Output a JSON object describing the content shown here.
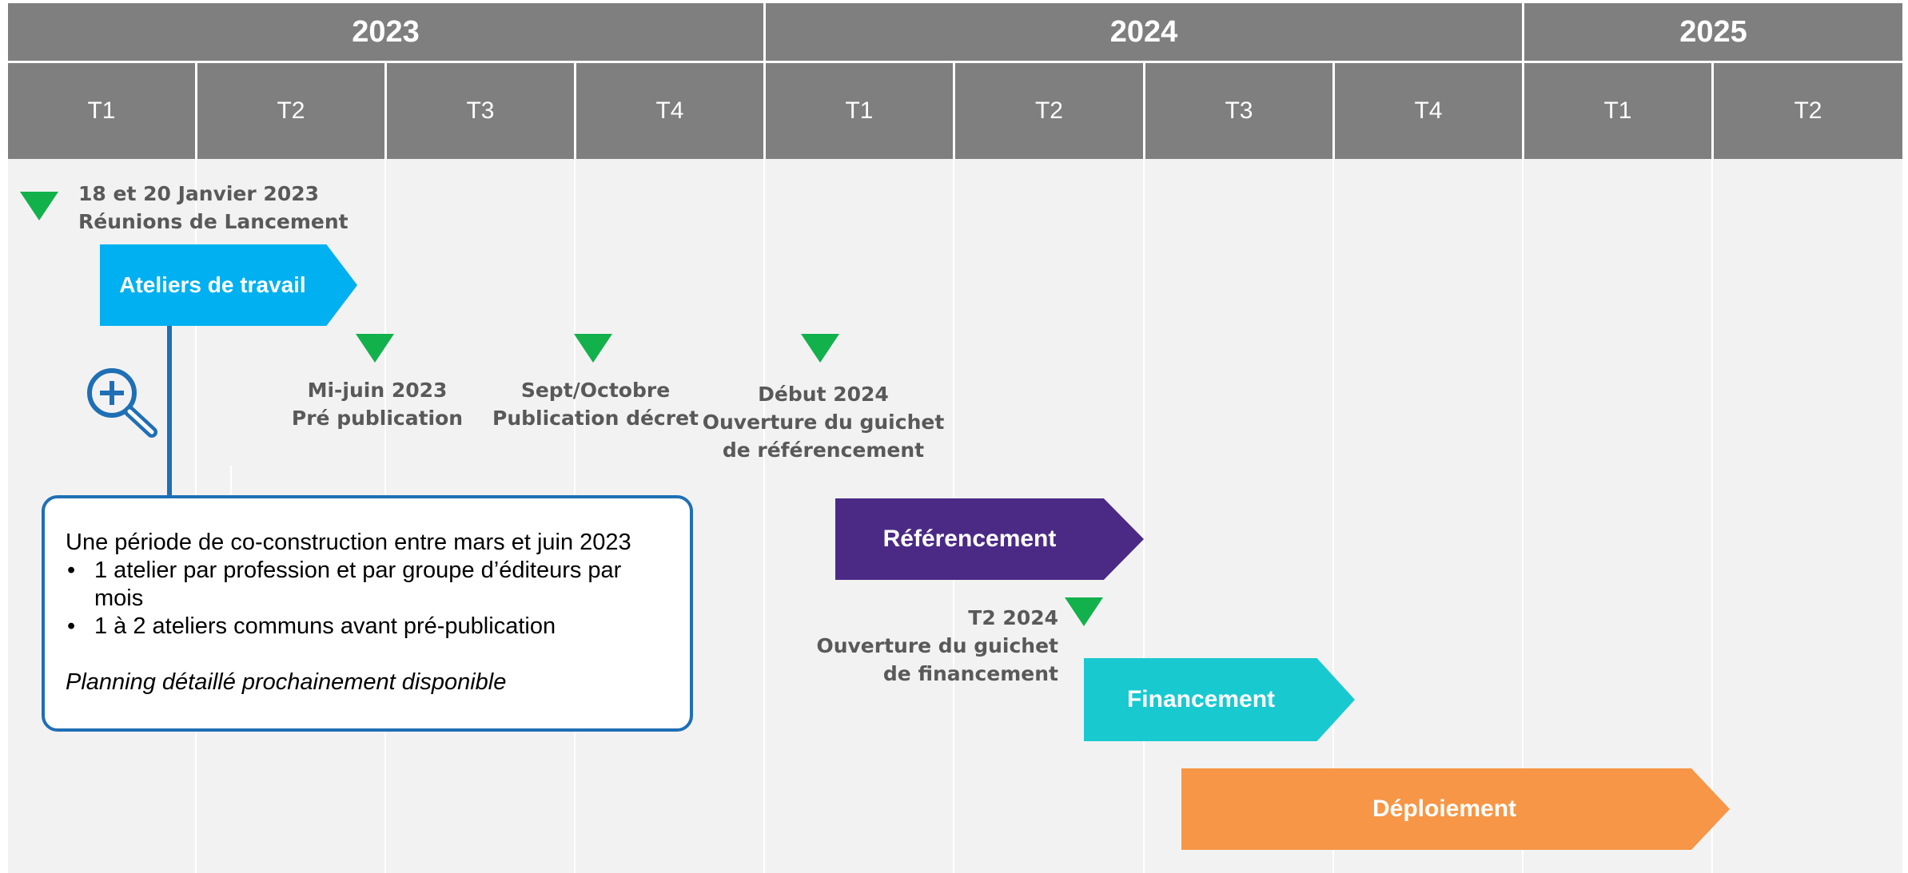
{
  "timeline": {
    "years": [
      {
        "label": "2023"
      },
      {
        "label": "2024"
      },
      {
        "label": "2025"
      }
    ],
    "quarters": [
      "T1",
      "T2",
      "T3",
      "T4",
      "T1",
      "T2",
      "T3",
      "T4",
      "T1",
      "T2"
    ]
  },
  "milestones": {
    "launch": {
      "date": "18 et 20 Janvier 2023",
      "label": "Réunions de Lancement"
    },
    "prepub": {
      "date": "Mi-juin 2023",
      "label": "Pré publication"
    },
    "decree": {
      "date": "Sept/Octobre",
      "label": "Publication décret"
    },
    "guichet_ref": {
      "date": "Début 2024",
      "label1": "Ouverture du guichet",
      "label2": "de référencement"
    },
    "guichet_fin": {
      "date": "T2 2024",
      "label1": "Ouverture du guichet",
      "label2": "de financement"
    }
  },
  "phases": {
    "ateliers": "Ateliers de travail",
    "referencement": "Référencement",
    "financement": "Financement",
    "deploiement": "Déploiement"
  },
  "callout": {
    "intro": "Une période de co-construction entre mars et juin 2023",
    "bullets": [
      "1 atelier par profession et par groupe d’éditeurs par mois",
      "1 à 2 ateliers communs avant pré-publication"
    ],
    "note": "Planning détaillé prochainement disponible"
  },
  "icons": {
    "zoom": "zoom-in-icon",
    "milestone": "milestone-triangle-icon"
  },
  "colors": {
    "header": "#7f7f7f",
    "background": "#f2f2f2",
    "milestone": "#12b14c",
    "ateliers": "#00b0f0",
    "referencement": "#4b2a85",
    "financement": "#19c9d0",
    "deploiement": "#f79646",
    "callout_border": "#1f6fb5"
  }
}
